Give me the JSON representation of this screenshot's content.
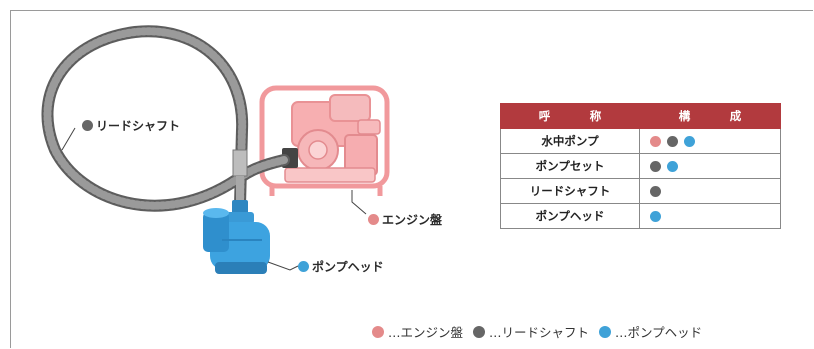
{
  "colors": {
    "engine": "#e48a8a",
    "shaft": "#666666",
    "pump": "#3fa2d8",
    "header": "#b23a3e"
  },
  "callouts": {
    "shaft": "リードシャフト",
    "engine": "エンジン盤",
    "pump": "ポンプヘッド"
  },
  "table": {
    "headers": [
      "呼　称",
      "構　成"
    ],
    "rows": [
      {
        "name": "水中ポンプ",
        "parts": [
          "engine",
          "shaft",
          "pump"
        ]
      },
      {
        "name": "ポンプセット",
        "parts": [
          "shaft",
          "pump"
        ]
      },
      {
        "name": "リードシャフト",
        "parts": [
          "shaft"
        ]
      },
      {
        "name": "ポンプヘッド",
        "parts": [
          "pump"
        ]
      }
    ]
  },
  "legend": [
    {
      "color": "engine",
      "label": "…エンジン盤"
    },
    {
      "color": "shaft",
      "label": "…リードシャフト"
    },
    {
      "color": "pump",
      "label": "…ポンプヘッド"
    }
  ]
}
